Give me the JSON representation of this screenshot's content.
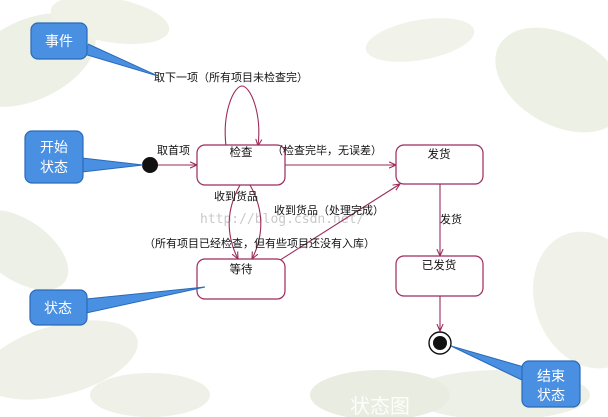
{
  "callouts": {
    "event": "事件",
    "start_state": [
      "开始",
      "状态"
    ],
    "state": "状态",
    "end_state": [
      "结束",
      "状态"
    ]
  },
  "states": {
    "check": "检查",
    "ship": "发货",
    "wait": "等待",
    "shipped": "已发货"
  },
  "transitions": {
    "take_next": "取下一项（所有项目未检查完）",
    "take_first": "取首项",
    "check_done": "（检查完毕，无误差）",
    "receive_goods": "收到货品",
    "receive_goods_done": "收到货品（处理完成）",
    "partial_stock": "（所有项目已经检查，但有些项目还没有入库）",
    "ship": "发货"
  },
  "watermark": "http://blog.csdn.net/",
  "caption": "状态图",
  "colors": {
    "state_border": "#9c2a5a",
    "callout_fill": "#4a90e2",
    "callout_stroke": "#2a6ab8",
    "leaf_bg": "#d6dcc4"
  }
}
